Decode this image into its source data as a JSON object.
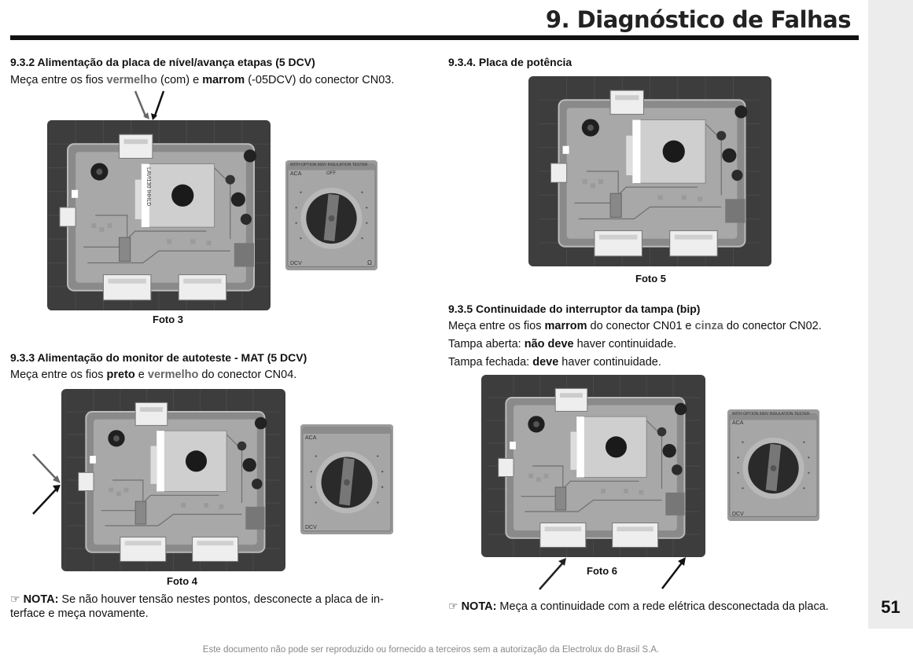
{
  "header": {
    "title": "9. Diagnóstico de Falhas",
    "page_number": "51"
  },
  "left": {
    "s932": {
      "heading": "9.3.2 Alimentação da placa de nível/avança etapas (5 DCV)",
      "line": {
        "t1": "Meça entre os fios ",
        "w1": "vermelho",
        "t2": " (com) e ",
        "w2": "marrom",
        "t3": " (-05DCV) do conector CN03."
      },
      "caption": "Foto 3"
    },
    "s933": {
      "heading": "9.3.3 Alimentação do monitor de autoteste - MAT (5 DCV)",
      "line": {
        "t1": "Meça entre os fios ",
        "w1": "preto",
        "t2": " e ",
        "w2": "vermelho",
        "t3": " do conector CN04."
      },
      "caption": "Foto 4"
    },
    "note": {
      "label": "NOTA:",
      "text": " Se não houver tensão nestes pontos, desconecte a placa de in-",
      "text2": "terface e meça novamente."
    }
  },
  "right": {
    "s934": {
      "heading": "9.3.4. Placa de potência",
      "caption": "Foto 5"
    },
    "s935": {
      "heading": "9.3.5 Continuidade do interruptor da tampa (bip)",
      "line1": {
        "t1": "Meça entre os fios ",
        "w1": "marrom",
        "t2": " do conector CN01 e ",
        "w2": "cinza",
        "t3": " do conector CN02."
      },
      "line2": {
        "t1": "Tampa aberta: ",
        "b": "não deve",
        "t2": " haver continuidade."
      },
      "line3": {
        "t1": "Tampa fechada: ",
        "b": "deve",
        "t2": " haver continuidade."
      },
      "caption": "Foto 6"
    },
    "note": {
      "label": "NOTA:",
      "text": " Meça a continuidade com a rede elétrica desconectada da placa."
    }
  },
  "board_label": "LAVI130 IHHLD",
  "meter_labels": {
    "top": "WITH OPTION 500V  INSULATION  TESTER",
    "aca": "ACA",
    "off": "OFF",
    "dcv": "DCV",
    "ohm": "Ω"
  },
  "footer": "Este documento não pode ser reproduzido ou fornecido a terceiros sem a autorização da Electrolux do Brasil S.A.",
  "icons": {
    "note": "pointing-hand-icon"
  }
}
